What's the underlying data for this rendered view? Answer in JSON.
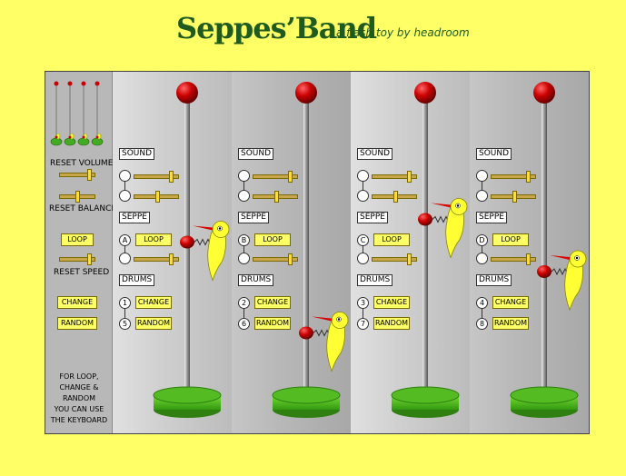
{
  "header": {
    "title": "Seppes’Band",
    "subtitle": "a flash toy by headroom"
  },
  "left_panel": {
    "reset_volume": "RESET VOLUME",
    "reset_balance": "RESET BALANCE",
    "loop": "LOOP",
    "reset_speed": "RESET SPEED",
    "change": "CHANGE",
    "random": "RANDOM",
    "keyboard_note": [
      "FOR LOOP,",
      "CHANGE &",
      "RANDOM",
      "YOU CAN USE",
      "THE KEYBOARD"
    ]
  },
  "colors": {
    "background": "#ffff66",
    "title": "#1f5a1f",
    "ball": "#cc0000",
    "bird": "#ffff33",
    "beak": "#dd0000",
    "base": "#44aa22"
  },
  "channels": [
    {
      "sound_label": "SOUND",
      "seppe_label": "SEPPE",
      "drums_label": "DRUMS",
      "letter": "A",
      "loop": "LOOP",
      "drum1": "1",
      "change": "CHANGE",
      "drum2": "5",
      "random": "RANDOM",
      "volume": 0.85,
      "balance": 0.5,
      "speed": 0.85,
      "bird_level": 0.35
    },
    {
      "sound_label": "SOUND",
      "seppe_label": "SEPPE",
      "drums_label": "DRUMS",
      "letter": "B",
      "loop": "LOOP",
      "drum1": "2",
      "change": "CHANGE",
      "drum2": "6",
      "random": "RANDOM",
      "volume": 0.85,
      "balance": 0.5,
      "speed": 0.85,
      "bird_level": 0.75
    },
    {
      "sound_label": "SOUND",
      "seppe_label": "SEPPE",
      "drums_label": "DRUMS",
      "letter": "C",
      "loop": "LOOP",
      "drum1": "3",
      "change": "CHANGE",
      "drum2": "7",
      "random": "RANDOM",
      "volume": 0.85,
      "balance": 0.5,
      "speed": 0.85,
      "bird_level": 0.25
    },
    {
      "sound_label": "SOUND",
      "seppe_label": "SEPPE",
      "drums_label": "DRUMS",
      "letter": "D",
      "loop": "LOOP",
      "drum1": "4",
      "change": "CHANGE",
      "drum2": "8",
      "random": "RANDOM",
      "volume": 0.85,
      "balance": 0.5,
      "speed": 0.85,
      "bird_level": 0.48
    }
  ]
}
